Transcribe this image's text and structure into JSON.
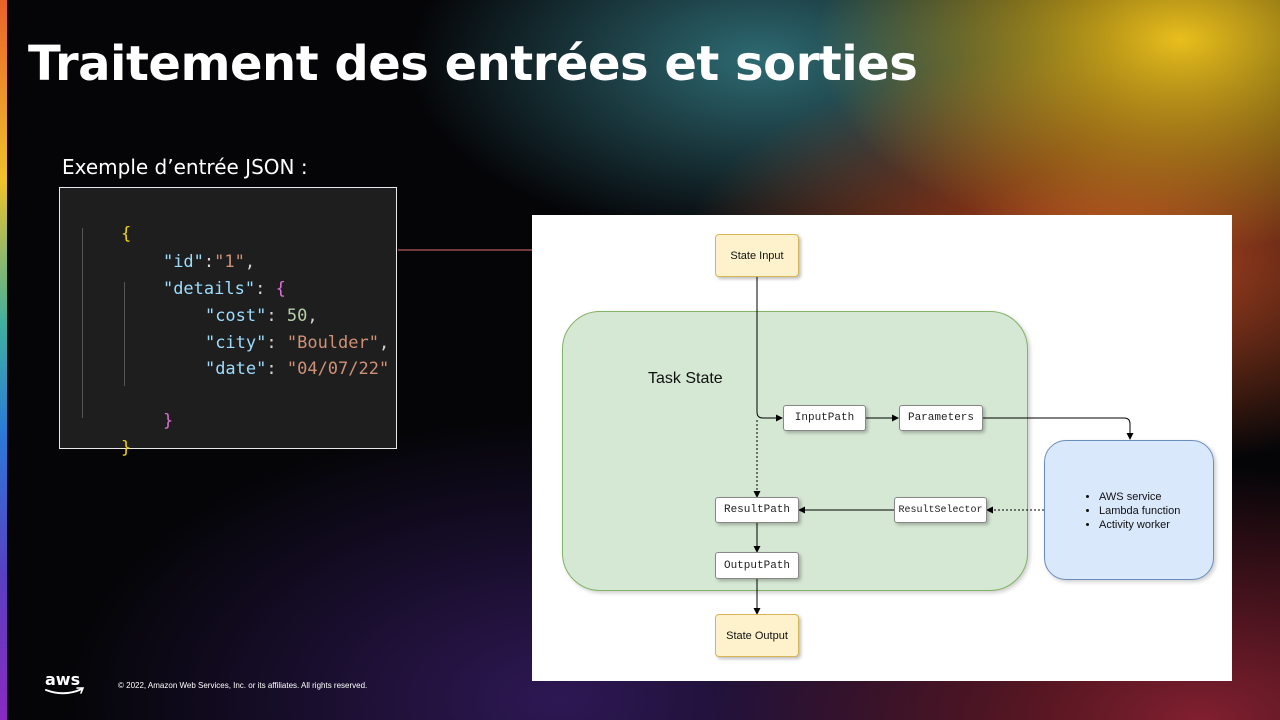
{
  "slide": {
    "title": "Traitement des entrées et sorties",
    "code_caption": "Exemple d’entrée JSON :",
    "footer": "© 2022, Amazon Web Services, Inc. or its affiliates.  All rights  reserved.",
    "logo_text": "aws"
  },
  "code": {
    "open_brace": "{",
    "id_key": "\"id\"",
    "id_colon": ":",
    "id_value": "\"1\"",
    "comma": ",",
    "details_key": "\"details\"",
    "colon_space": ": ",
    "inner_open": "{",
    "cost_key": "\"cost\"",
    "cost_value": "50",
    "city_key": "\"city\"",
    "city_value": "\"Boulder\"",
    "date_key": "\"date\"",
    "date_value": "\"04/07/22\"",
    "inner_close": "}",
    "close_brace": "}"
  },
  "diagram": {
    "state_input": "State Input",
    "task_state": "Task State",
    "input_path": "InputPath",
    "parameters": "Parameters",
    "result_path": "ResultPath",
    "result_selector": "ResultSelector",
    "output_path": "OutputPath",
    "state_output": "State Output",
    "services": [
      "AWS service",
      "Lambda function",
      "Activity worker"
    ]
  },
  "colors": {
    "state_fill": "#fdf2cc",
    "task_fill": "#d5e8d4",
    "service_fill": "#dae8fc",
    "connector": "#e07070"
  }
}
